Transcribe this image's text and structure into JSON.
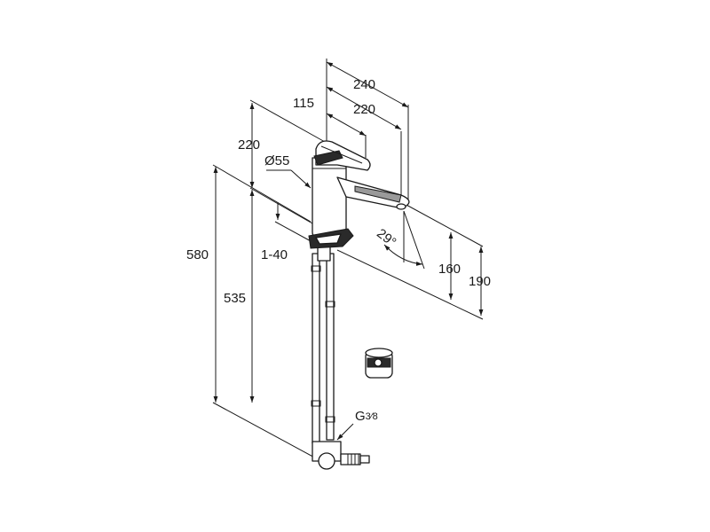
{
  "dimensions": {
    "overall_width": "240",
    "spout_reach": "220",
    "lever_reach": "115",
    "lever_height": "220",
    "body_diameter": "Ø55",
    "deck_thickness": "1-40",
    "total_height": "580",
    "below_deck": "535",
    "spout_angle": "29°",
    "outlet_height": "160",
    "top_height": "190"
  },
  "connection": {
    "thread": "G",
    "thread_fraction": "3⁄8"
  }
}
